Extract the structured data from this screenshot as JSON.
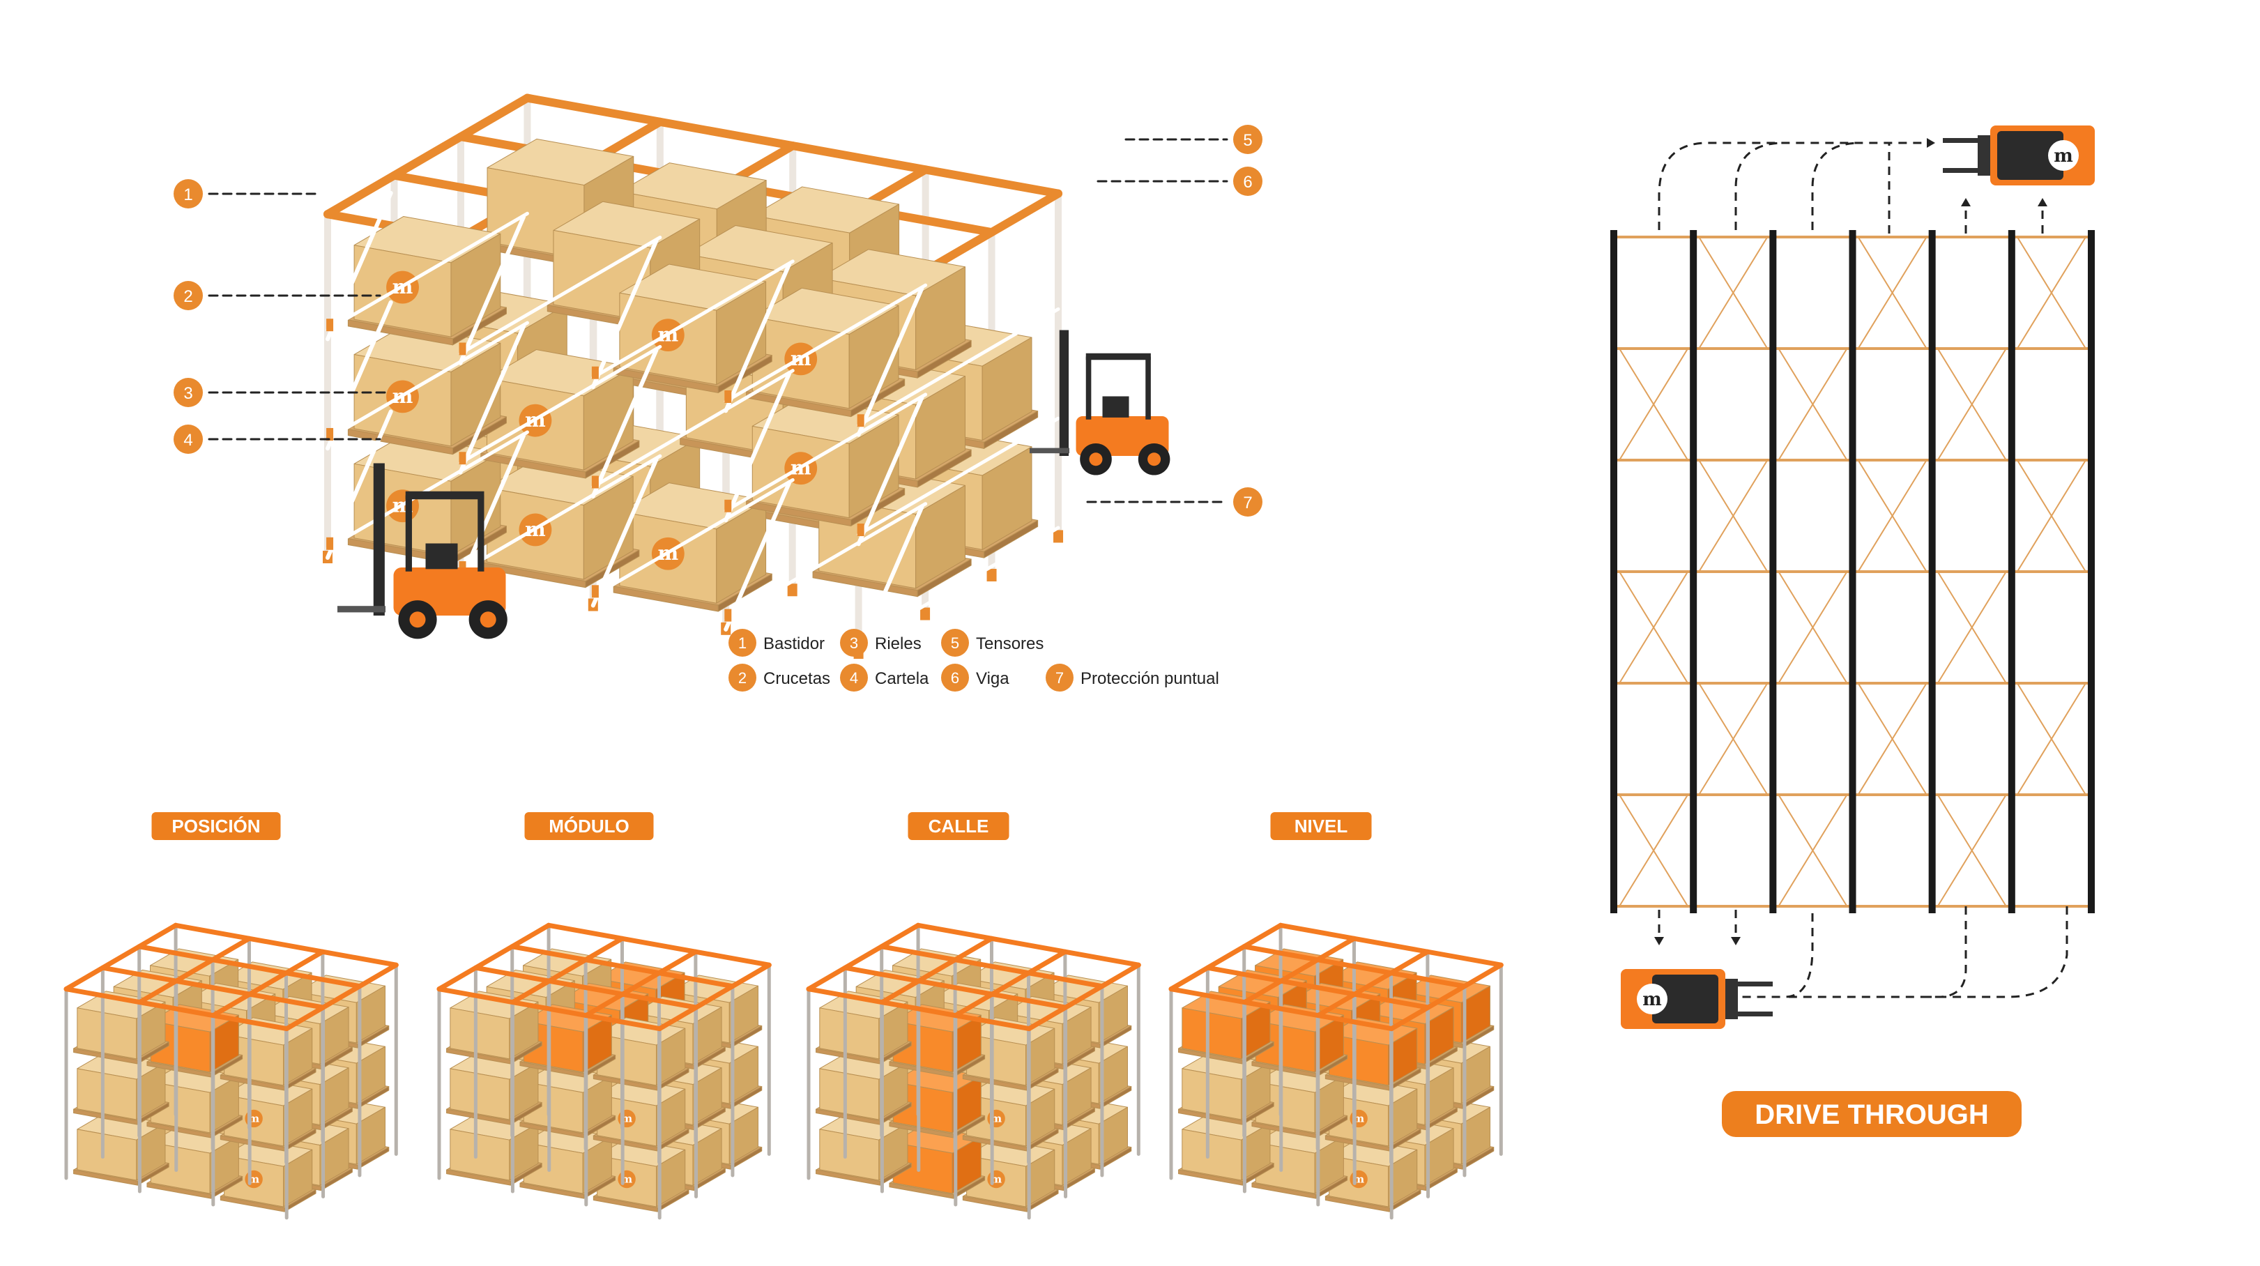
{
  "colors": {
    "orange": "#E98A2E",
    "bright_orange": "#F47B20",
    "tag_orange": "#ED7F1E",
    "post": "#ECE6DF",
    "post_shadow": "#C9C0B4",
    "box": "#E9C383",
    "box_dark": "#D1A763",
    "box_top": "#F1D6A4",
    "pallet": "#C89558",
    "beam": "#1A1A1A",
    "forklift_body": "#2B2B2B",
    "white": "#FFFFFF"
  },
  "callouts": [
    {
      "num": "1",
      "side": "left"
    },
    {
      "num": "2",
      "side": "left"
    },
    {
      "num": "3",
      "side": "left"
    },
    {
      "num": "4",
      "side": "left"
    },
    {
      "num": "5",
      "side": "right"
    },
    {
      "num": "6",
      "side": "right"
    },
    {
      "num": "7",
      "side": "right"
    }
  ],
  "legend": [
    {
      "num": "1",
      "label": "Bastidor"
    },
    {
      "num": "3",
      "label": "Rieles"
    },
    {
      "num": "5",
      "label": "Tensores"
    },
    {
      "num": "2",
      "label": "Crucetas"
    },
    {
      "num": "4",
      "label": "Cartela"
    },
    {
      "num": "6",
      "label": "Viga"
    },
    {
      "num": "7",
      "label": "Protección puntual"
    }
  ],
  "modules": [
    {
      "label": "POSICIÓN",
      "highlight": "position"
    },
    {
      "label": "MÓDULO",
      "highlight": "module"
    },
    {
      "label": "CALLE",
      "highlight": "lane"
    },
    {
      "label": "NIVEL",
      "highlight": "level"
    }
  ],
  "plan": {
    "title": "DRIVE THROUGH",
    "brand_glyph": "m",
    "lanes": 6,
    "rows": 6
  },
  "icons": {
    "logo": "m-logo-icon",
    "forklift": "forklift-icon",
    "arrow": "arrow-icon"
  }
}
